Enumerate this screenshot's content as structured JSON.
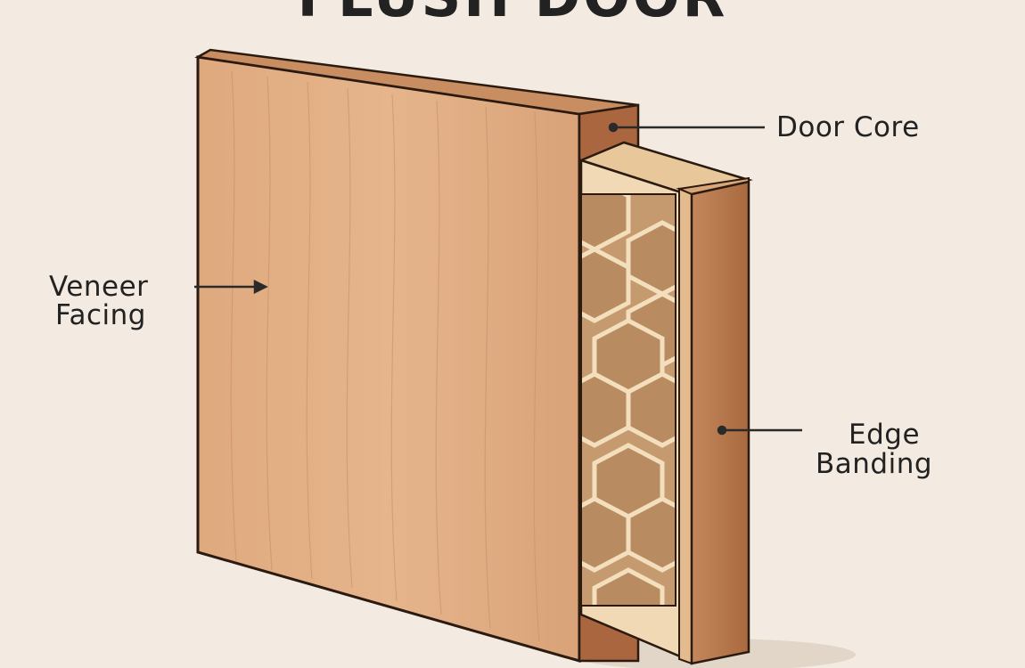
{
  "title": "FLUSH DOOR",
  "labels": {
    "door_core": "Door Core",
    "veneer_line1": "Veneer",
    "veneer_line2": "Facing",
    "edge_line1": "Edge",
    "edge_line2": "Banding"
  },
  "colors": {
    "background": "#f3ebe1",
    "veneer": "#e0ad83",
    "core_stile": "#a9663f",
    "edge_banding": "#b97a52",
    "honeycomb_frame": "#f0d9b4",
    "honeycomb_cell": "#c49a6e",
    "outline": "#2a1a10"
  }
}
